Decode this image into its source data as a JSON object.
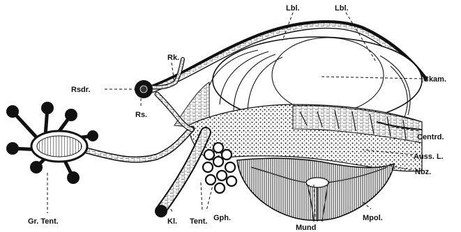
{
  "figure": {
    "labels": {
      "lbl_left": "Lbl.",
      "lbl_right": "Lbl.",
      "rk": "Rk.",
      "rsdr": "Rsdr.",
      "rs": "Rs.",
      "ckam": "Ckam.",
      "centrd": "Centrd.",
      "auss_l": "Auss. L.",
      "nbz": "Nbz.",
      "gr_tent": "Gr. Tent.",
      "kl": "Kl.",
      "tent": "Tent.",
      "gph": "Gph.",
      "mund": "Mund",
      "mpol": "Mpol."
    }
  }
}
